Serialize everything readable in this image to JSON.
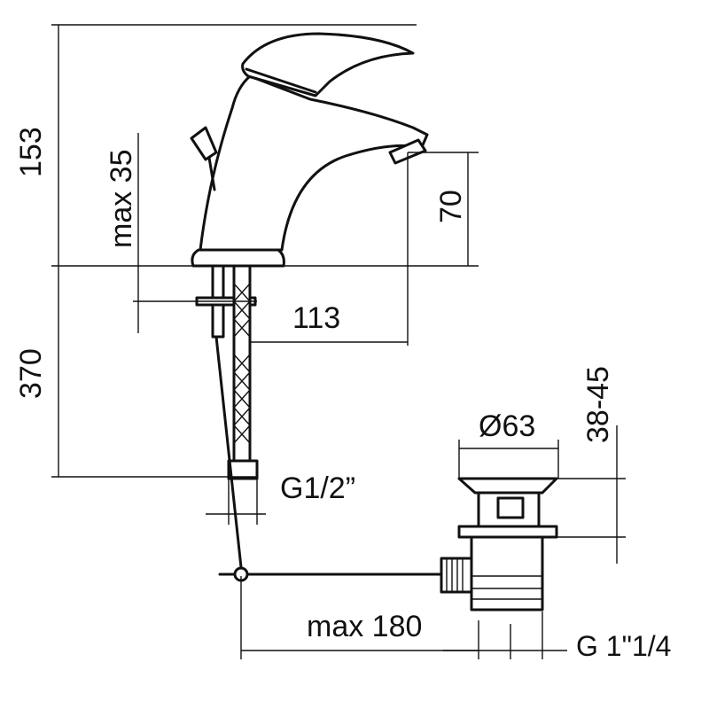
{
  "dimensions": {
    "height_total": "153",
    "lever_max": "max 35",
    "spout_height": "70",
    "spout_reach": "113",
    "hose_length": "370",
    "connection_thread": "G1/2”",
    "drain_diameter": "Ø63",
    "drain_range": "38-45",
    "rod_length": "max 180",
    "drain_thread": "G 1\"1/4"
  }
}
